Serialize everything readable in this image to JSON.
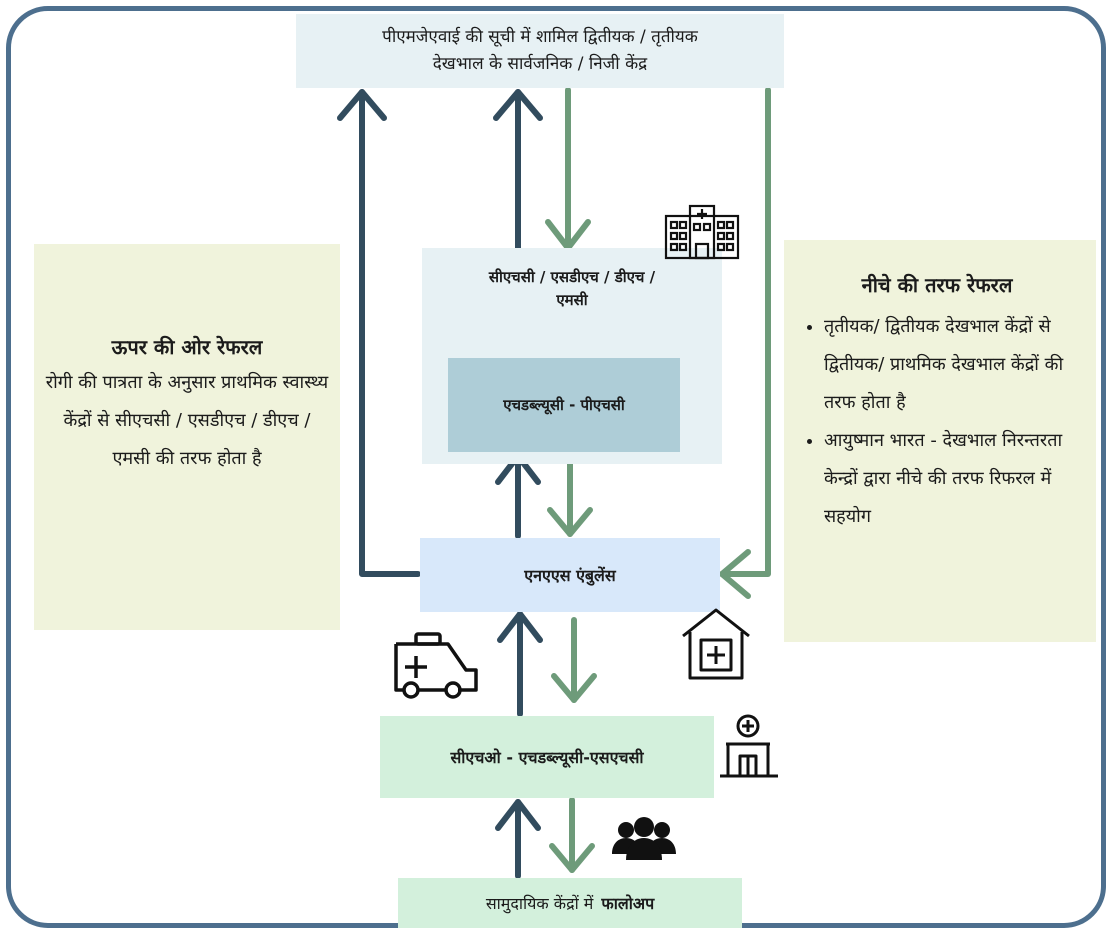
{
  "top_box": {
    "line1": "पीएमजेएवाई की सूची में शामिल द्वितीयक  / तृतीयक",
    "line2": "देखभाल के सार्वजनिक  / निजी केंद्र"
  },
  "chc_box": {
    "line1": "सीएचसी  / एसडीएच  / डीएच  /",
    "line2": "एमसी"
  },
  "phc_box": {
    "label": "एचडब्ल्यूसी - पीएचसी"
  },
  "nas_box": {
    "label": "एनएएस एंबुलेंस"
  },
  "cho_box": {
    "label": "सीएचओ - एचडब्ल्यूसी-एसएचसी"
  },
  "followup_box": {
    "prefix": "सामुदायिक केंद्रों में",
    "bold": "फालोअप"
  },
  "left_panel": {
    "title": "ऊपर की ओर रेफरल",
    "body": "रोगी की पात्रता के अनुसार प्राथमिक स्वास्थ्य केंद्रों से सीएचसी / एसडीएच / डीएच  / एमसी की तरफ होता है"
  },
  "right_panel": {
    "title": "नीचे की तरफ रेफरल",
    "bullets": [
      "तृतीयक/ द्वितीयक देखभाल केंद्रों से द्वितीयक/ प्राथमिक देखभाल केंद्रों की तरफ होता है",
      "आयुष्मान भारत - देखभाल निरन्तरता केन्द्रों द्वारा नीचे की तरफ रिफरल में सहयोग"
    ]
  },
  "colors": {
    "frame": "#4d6f8e",
    "up_arrow": "#324c5e",
    "down_arrow": "#6e9b7a"
  },
  "icons": [
    "hospital-building-icon",
    "ambulance-icon",
    "clinic-house-icon",
    "health-center-icon",
    "people-group-icon"
  ]
}
